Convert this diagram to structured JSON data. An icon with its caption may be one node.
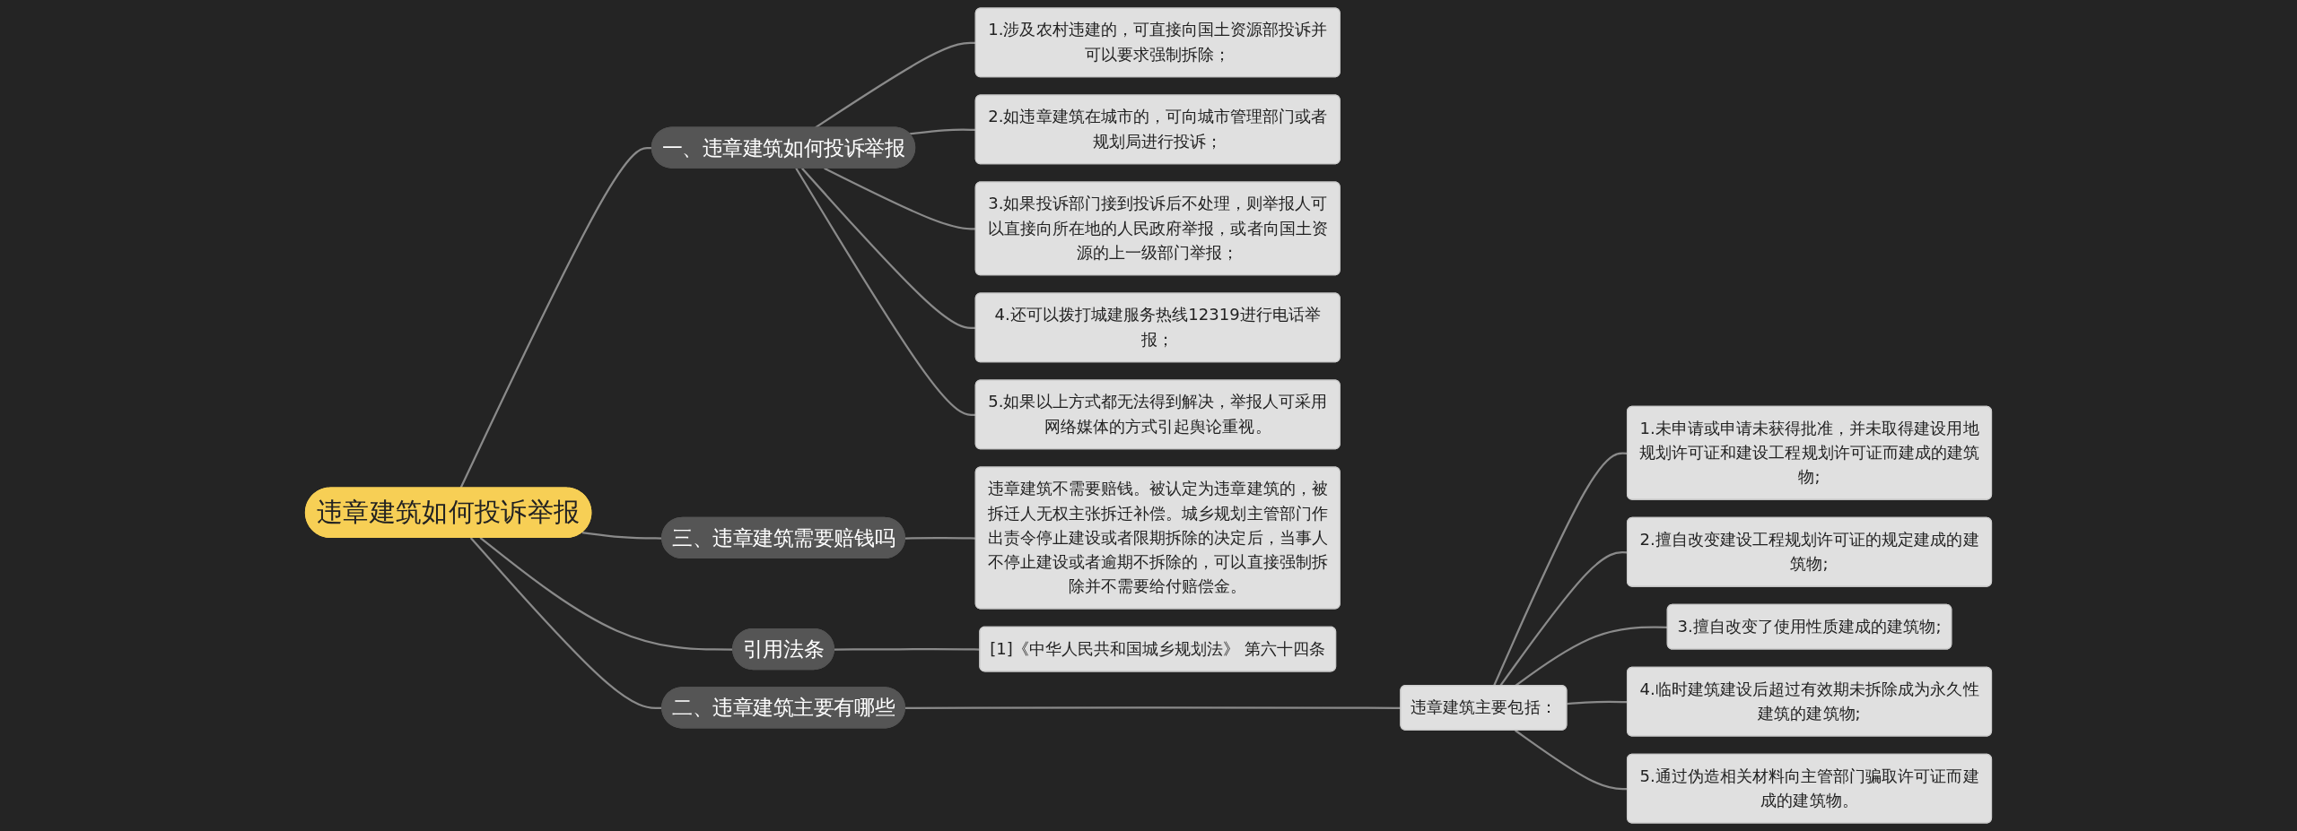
{
  "diagram": {
    "nodes": [
      {
        "text": [
          "违章建筑如何投诉举报"
        ]
      },
      {
        "text": [
          "一、违章建筑如何投诉举报"
        ]
      },
      {
        "text": [
          "1.涉及农村违建的，可直接向国土资源部投诉并可以要求强制拆除；"
        ]
      },
      {
        "text": [
          "2.如违章建筑在城市的，可向城市管理部门或者规划局进行投诉；"
        ]
      },
      {
        "text": [
          "3.如果投诉部门接到投诉后不处理，则举报人可以直接向所在地的人民政府举报，或者向国土资源的上一级部门举报；"
        ]
      },
      {
        "text": [
          "4.还可以拨打城建服务热线12319进行电话举报；"
        ]
      },
      {
        "text": [
          "5.如果以上方式都无法得到解决，举报人可采用网络媒体的方式引起舆论重视。"
        ]
      },
      {
        "text": [
          "二、违章建筑主要有哪些"
        ]
      },
      {
        "text": [
          "违章建筑主要包括："
        ]
      },
      {
        "text": [
          "1.未申请或申请未获得批准，并未取得建设用地规划许可证和建设工程规划许可证而建成的建筑物;"
        ]
      },
      {
        "text": [
          "2.擅自改变建设工程规划许可证的规定建成的建筑物;"
        ]
      },
      {
        "text": [
          "3.擅自改变了使用性质建成的建筑物;"
        ]
      },
      {
        "text": [
          "4.临时建筑建设后超过有效期未拆除成为永久性建筑的建筑物;"
        ]
      },
      {
        "text": [
          "5.通过伪造相关材料向主管部门骗取许可证而建成的建筑物。"
        ]
      },
      {
        "text": [
          "三、违章建筑需要赔钱吗"
        ]
      },
      {
        "text": [
          "违章建筑不需要赔钱。被认定为违章建筑的，被拆迁人无权主张拆迁补偿。城乡规划主管部门作出责令停止建设或者限期拆除的决定后，当事人不停止建设或者逾期不拆除的，可以直接强制拆除并不需要给付赔偿金。"
        ]
      },
      {
        "text": [
          "引用法条"
        ]
      },
      {
        "text": [
          "[1]《中华人民共和国城乡规划法》 第六十四条"
        ]
      }
    ],
    "edges": [
      {
        "from": 0,
        "to": 1,
        "arrow": "none"
      },
      {
        "from": 1,
        "to": 2,
        "arrow": "none"
      },
      {
        "from": 1,
        "to": 3,
        "arrow": "none"
      },
      {
        "from": 1,
        "to": 4,
        "arrow": "none"
      },
      {
        "from": 1,
        "to": 5,
        "arrow": "none"
      },
      {
        "from": 1,
        "to": 6,
        "arrow": "none"
      },
      {
        "from": 0,
        "to": 7,
        "arrow": "none"
      },
      {
        "from": 7,
        "to": 8,
        "arrow": "none"
      },
      {
        "from": 8,
        "to": 9,
        "arrow": "none"
      },
      {
        "from": 8,
        "to": 10,
        "arrow": "none"
      },
      {
        "from": 8,
        "to": 11,
        "arrow": "none"
      },
      {
        "from": 8,
        "to": 12,
        "arrow": "none"
      },
      {
        "from": 8,
        "to": 13,
        "arrow": "none"
      },
      {
        "from": 0,
        "to": 14,
        "arrow": "none"
      },
      {
        "from": 14,
        "to": 15,
        "arrow": "none"
      },
      {
        "from": 0,
        "to": 16,
        "arrow": "none"
      },
      {
        "from": 16,
        "to": 17,
        "arrow": "none"
      }
    ]
  }
}
